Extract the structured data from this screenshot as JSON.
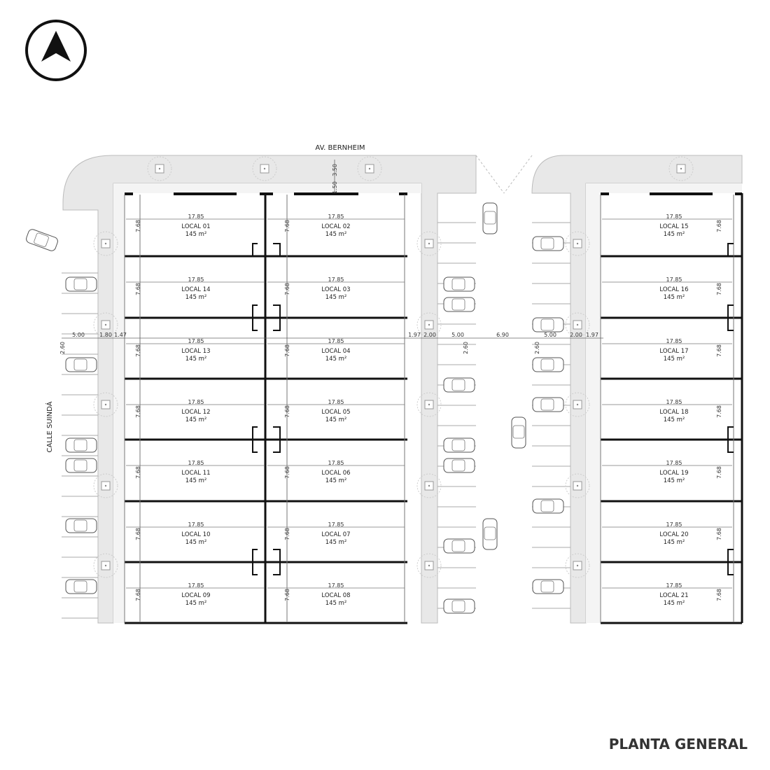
{
  "title": "PLANTA GENERAL",
  "streets": {
    "top": "AV. BERNHEIM",
    "left": "CALLE SUINDÁ"
  },
  "north_arrow_icon": "north-arrow-icon",
  "colors": {
    "sidewalk": "#e8e8e8",
    "wall": "#111111",
    "line": "#777777"
  },
  "locals": [
    {
      "name": "LOCAL 01",
      "area": "145 m²",
      "width": "17.85",
      "depth": "7.68"
    },
    {
      "name": "LOCAL 14",
      "area": "145 m²",
      "width": "17.85",
      "depth": "7.68"
    },
    {
      "name": "LOCAL 13",
      "area": "145 m²",
      "width": "17.85",
      "depth": "7.68"
    },
    {
      "name": "LOCAL 12",
      "area": "145 m²",
      "width": "17.85",
      "depth": "7.68"
    },
    {
      "name": "LOCAL 11",
      "area": "145 m²",
      "width": "17.85",
      "depth": "7.68"
    },
    {
      "name": "LOCAL 10",
      "area": "145 m²",
      "width": "17.85",
      "depth": "7.68"
    },
    {
      "name": "LOCAL 09",
      "area": "145 m²",
      "width": "17.85",
      "depth": "7.68"
    },
    {
      "name": "LOCAL 02",
      "area": "145 m²",
      "width": "17.85",
      "depth": "7.68"
    },
    {
      "name": "LOCAL 03",
      "area": "145 m²",
      "width": "17.85",
      "depth": "7.68"
    },
    {
      "name": "LOCAL 04",
      "area": "145 m²",
      "width": "17.85",
      "depth": "7.68"
    },
    {
      "name": "LOCAL 05",
      "area": "145 m²",
      "width": "17.85",
      "depth": "7.68"
    },
    {
      "name": "LOCAL 06",
      "area": "145 m²",
      "width": "17.85",
      "depth": "7.68"
    },
    {
      "name": "LOCAL 07",
      "area": "145 m²",
      "width": "17.85",
      "depth": "7.68"
    },
    {
      "name": "LOCAL 08",
      "area": "145 m²",
      "width": "17.85",
      "depth": "7.68"
    },
    {
      "name": "LOCAL 15",
      "area": "145 m²",
      "width": "17.85",
      "depth": "7.68"
    },
    {
      "name": "LOCAL 16",
      "area": "145 m²",
      "width": "17.85",
      "depth": "7.68"
    },
    {
      "name": "LOCAL 17",
      "area": "145 m²",
      "width": "17.85",
      "depth": "7.68"
    },
    {
      "name": "LOCAL 18",
      "area": "145 m²",
      "width": "17.85",
      "depth": "7.68"
    },
    {
      "name": "LOCAL 19",
      "area": "145 m²",
      "width": "17.85",
      "depth": "7.68"
    },
    {
      "name": "LOCAL 20",
      "area": "145 m²",
      "width": "17.85",
      "depth": "7.68"
    },
    {
      "name": "LOCAL 21",
      "area": "145 m²",
      "width": "17.85",
      "depth": "7.68"
    }
  ],
  "horizontal_dimensions": [
    "5.00",
    "1.80",
    "1.47",
    "1.97",
    "2.00",
    "5.00",
    "6.90",
    "5.00",
    "2.00",
    "1.97"
  ],
  "vertical_dimensions": [
    "2.60",
    "2.60",
    "2.60",
    "3.50",
    "1.50"
  ]
}
